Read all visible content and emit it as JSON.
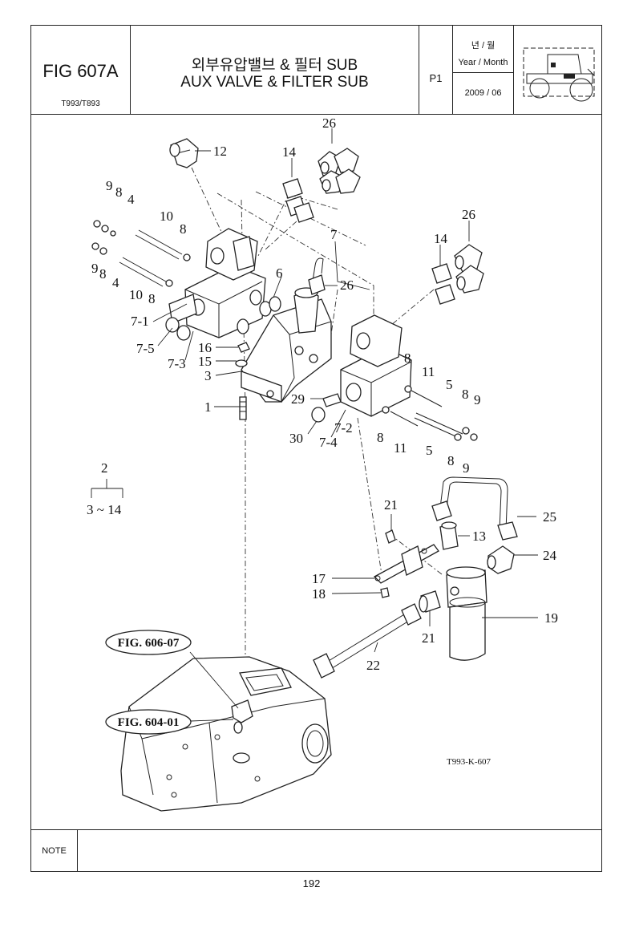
{
  "header": {
    "fig_code": "FIG 607A",
    "model": "T993/T893",
    "title_korean": "외부유압밸브 & 필터 SUB",
    "title_english": "AUX VALVE & FILTER SUB",
    "page_code": "P1",
    "year_month_korean": "년 / 월",
    "year_month_label": "Year / Month",
    "date": "2009 / 06"
  },
  "callouts": {
    "c26a": "26",
    "c12": "12",
    "c14a": "14",
    "c9a": "9",
    "c8a": "8",
    "c4a": "4",
    "c10a": "10",
    "c8b": "8",
    "c9b": "9",
    "c8c": "8",
    "c4b": "4",
    "c10b": "10",
    "c8d": "8",
    "c7": "7",
    "c6": "6",
    "c26b": "26",
    "c26c": "26",
    "c14b": "14",
    "c7_1": "7-1",
    "c7_5": "7-5",
    "c7_3": "7-3",
    "c16": "16",
    "c15": "15",
    "c3": "3",
    "c8e": "8",
    "c11a": "11",
    "c5a": "5",
    "c8f": "8",
    "c9c": "9",
    "c29": "29",
    "c1": "1",
    "c30": "30",
    "c7_2": "7-2",
    "c7_4": "7-4",
    "c8g": "8",
    "c11b": "11",
    "c5b": "5",
    "c8h": "8",
    "c9d": "9",
    "c2": "2",
    "c3_14": "3 ~ 14",
    "c21a": "21",
    "c13": "13",
    "c25": "25",
    "c24": "24",
    "c17": "17",
    "c18": "18",
    "c19": "19",
    "c21b": "21",
    "c22": "22"
  },
  "references": {
    "ref_606": "FIG. 606-07",
    "ref_604": "FIG. 604-01",
    "drawing_code": "T993-K-607"
  },
  "note": {
    "label": "NOTE",
    "text": ""
  },
  "page_number": "192"
}
